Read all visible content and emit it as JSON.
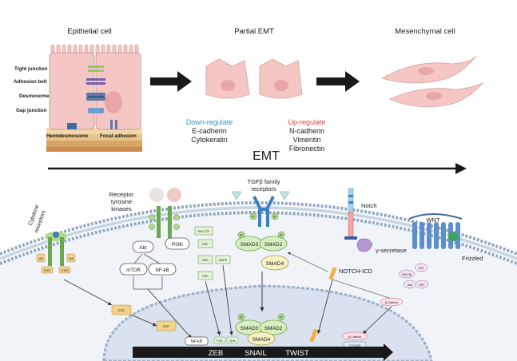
{
  "stages": {
    "epithelial": "Epithelial cell",
    "partial": "Partial EMT",
    "mesenchymal": "Mesenchymal cell"
  },
  "junctions": {
    "tight": "Tight junction",
    "adhesion_belt": "Adhesion belt",
    "desmosome": "Desmosome",
    "gap": "Gap junction",
    "hemidesmosome": "Hemidesmosome",
    "focal_adhesion": "Focal adhesion"
  },
  "regulation": {
    "down_title": "Down-regulate",
    "down_items": [
      "E-cadherin",
      "Cytokeratin"
    ],
    "up_title": "Up-regulate",
    "up_items": [
      "N-cadherin",
      "Vimentin",
      "Fibronectin"
    ]
  },
  "emt_label": "EMT",
  "pathways": {
    "cytokine": [
      "Cytokine",
      "receptors"
    ],
    "rtk": [
      "Receptor",
      "tyrosine",
      "kinases"
    ],
    "tgfb": [
      "TGFβ family",
      "receptors"
    ],
    "notch": "Notch",
    "wnt": "WNT",
    "frizzled": "Frizzled",
    "gamma_secretase": "γ-secretase",
    "notch_icd": "NOTCH-ICD"
  },
  "nodes": {
    "akt": "Akt",
    "pi3k": "PI3K",
    "mtor": "mTOR",
    "nfkb": "NF-kB",
    "nfkb_nucleus": "NF-kB",
    "smad3": "SMAD3",
    "smad2": "SMAD2",
    "smad4": "SMAD4",
    "smad3_n": "SMAD3",
    "smad2_n": "SMAD2",
    "smad4_n": "SMAD4",
    "p": "P",
    "jak": "JAK",
    "stat": "STAT",
    "ras": "RAS-GTP",
    "raf": "RAF",
    "mek": "MEK",
    "erk": "ERK",
    "mapk": "MAPK",
    "gsk3b": "GSK-3β",
    "ck1": "CK1",
    "axin": "Axin",
    "apc": "APC",
    "bcat": "β-Catenin",
    "bcat_n": "β-Catenin",
    "tcf": "TCF/LEF",
    "fos": "FOS",
    "jun": "JUN"
  },
  "tfs": [
    "ZEB",
    "SNAIL",
    "TWIST"
  ],
  "colors": {
    "down": "#3a8fc7",
    "up": "#d04848",
    "cell_pink": "#f4c7c5",
    "membrane": "#8fa9c4",
    "nucleus": "#cfd9e6",
    "emt_bar": "#1a1a1a"
  }
}
